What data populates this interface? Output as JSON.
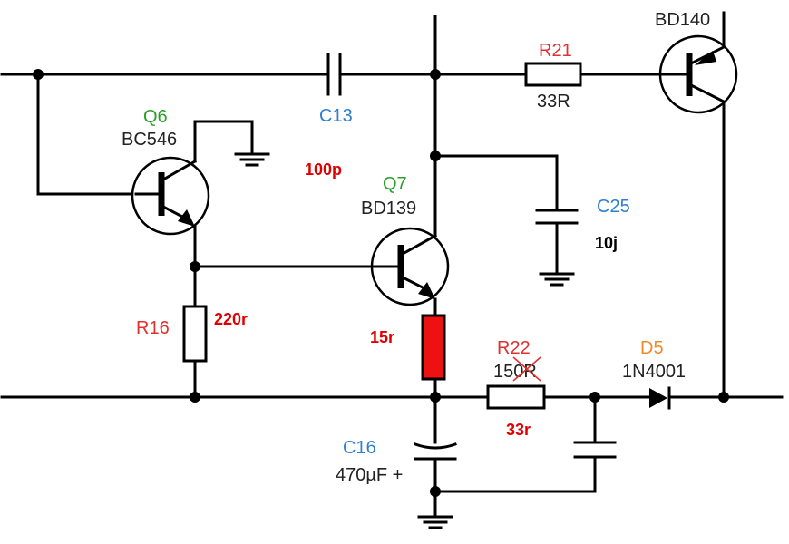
{
  "colors": {
    "wire": "#000000",
    "transistor_label": "#2aa02a",
    "capacitor_label": "#2f7fd0",
    "resistor_label": "#e03030",
    "diode_label": "#ef8a2a",
    "annotation": "#e00000",
    "highlight_resistor": "#ee1111"
  },
  "components": {
    "q6": {
      "ref": "Q6",
      "part": "BC546"
    },
    "q7": {
      "ref": "Q7",
      "part": "BD139"
    },
    "q_top": {
      "part": "BD140"
    },
    "c13": {
      "ref": "C13",
      "note": "100p"
    },
    "c25": {
      "ref": "C25",
      "note": "10j"
    },
    "c16": {
      "ref": "C16",
      "value": "470µF +"
    },
    "r21": {
      "ref": "R21",
      "value": "33R"
    },
    "r16": {
      "ref": "R16",
      "note": "220r"
    },
    "r_red": {
      "note": "15r"
    },
    "r22": {
      "ref": "R22",
      "old_value": "150R",
      "note": "33r"
    },
    "d5": {
      "ref": "D5",
      "part": "1N4001"
    }
  }
}
